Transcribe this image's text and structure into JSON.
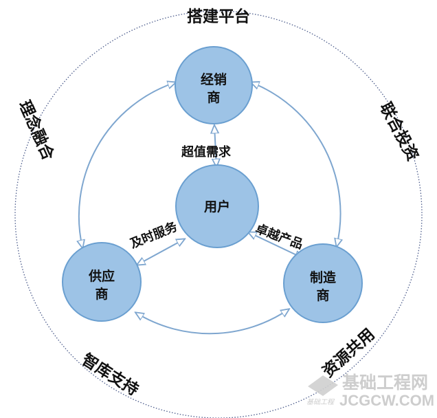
{
  "colors": {
    "node_fill": "#9dc3e6",
    "node_stroke": "#6a9fd0",
    "arc": "#7ea6cf",
    "outer_ring": "#4a5a8a"
  },
  "outer_labels": {
    "top": "搭建平台",
    "left": "理念融合",
    "right": "联合投资",
    "bottom_left": "智库支持",
    "bottom_right": "资源共用"
  },
  "nodes": {
    "dealer": [
      "经销",
      "商"
    ],
    "user": [
      "用户"
    ],
    "supplier": [
      "供应",
      "商"
    ],
    "manufacturer": [
      "制造",
      "商"
    ]
  },
  "links": {
    "dealer_user": "超值需求",
    "supplier_user": "及时服务",
    "user_manufacturer": "卓越产品"
  },
  "watermark": {
    "cn": "基础工程网",
    "en": "JCGCW.COM",
    "small": "基础工程"
  }
}
